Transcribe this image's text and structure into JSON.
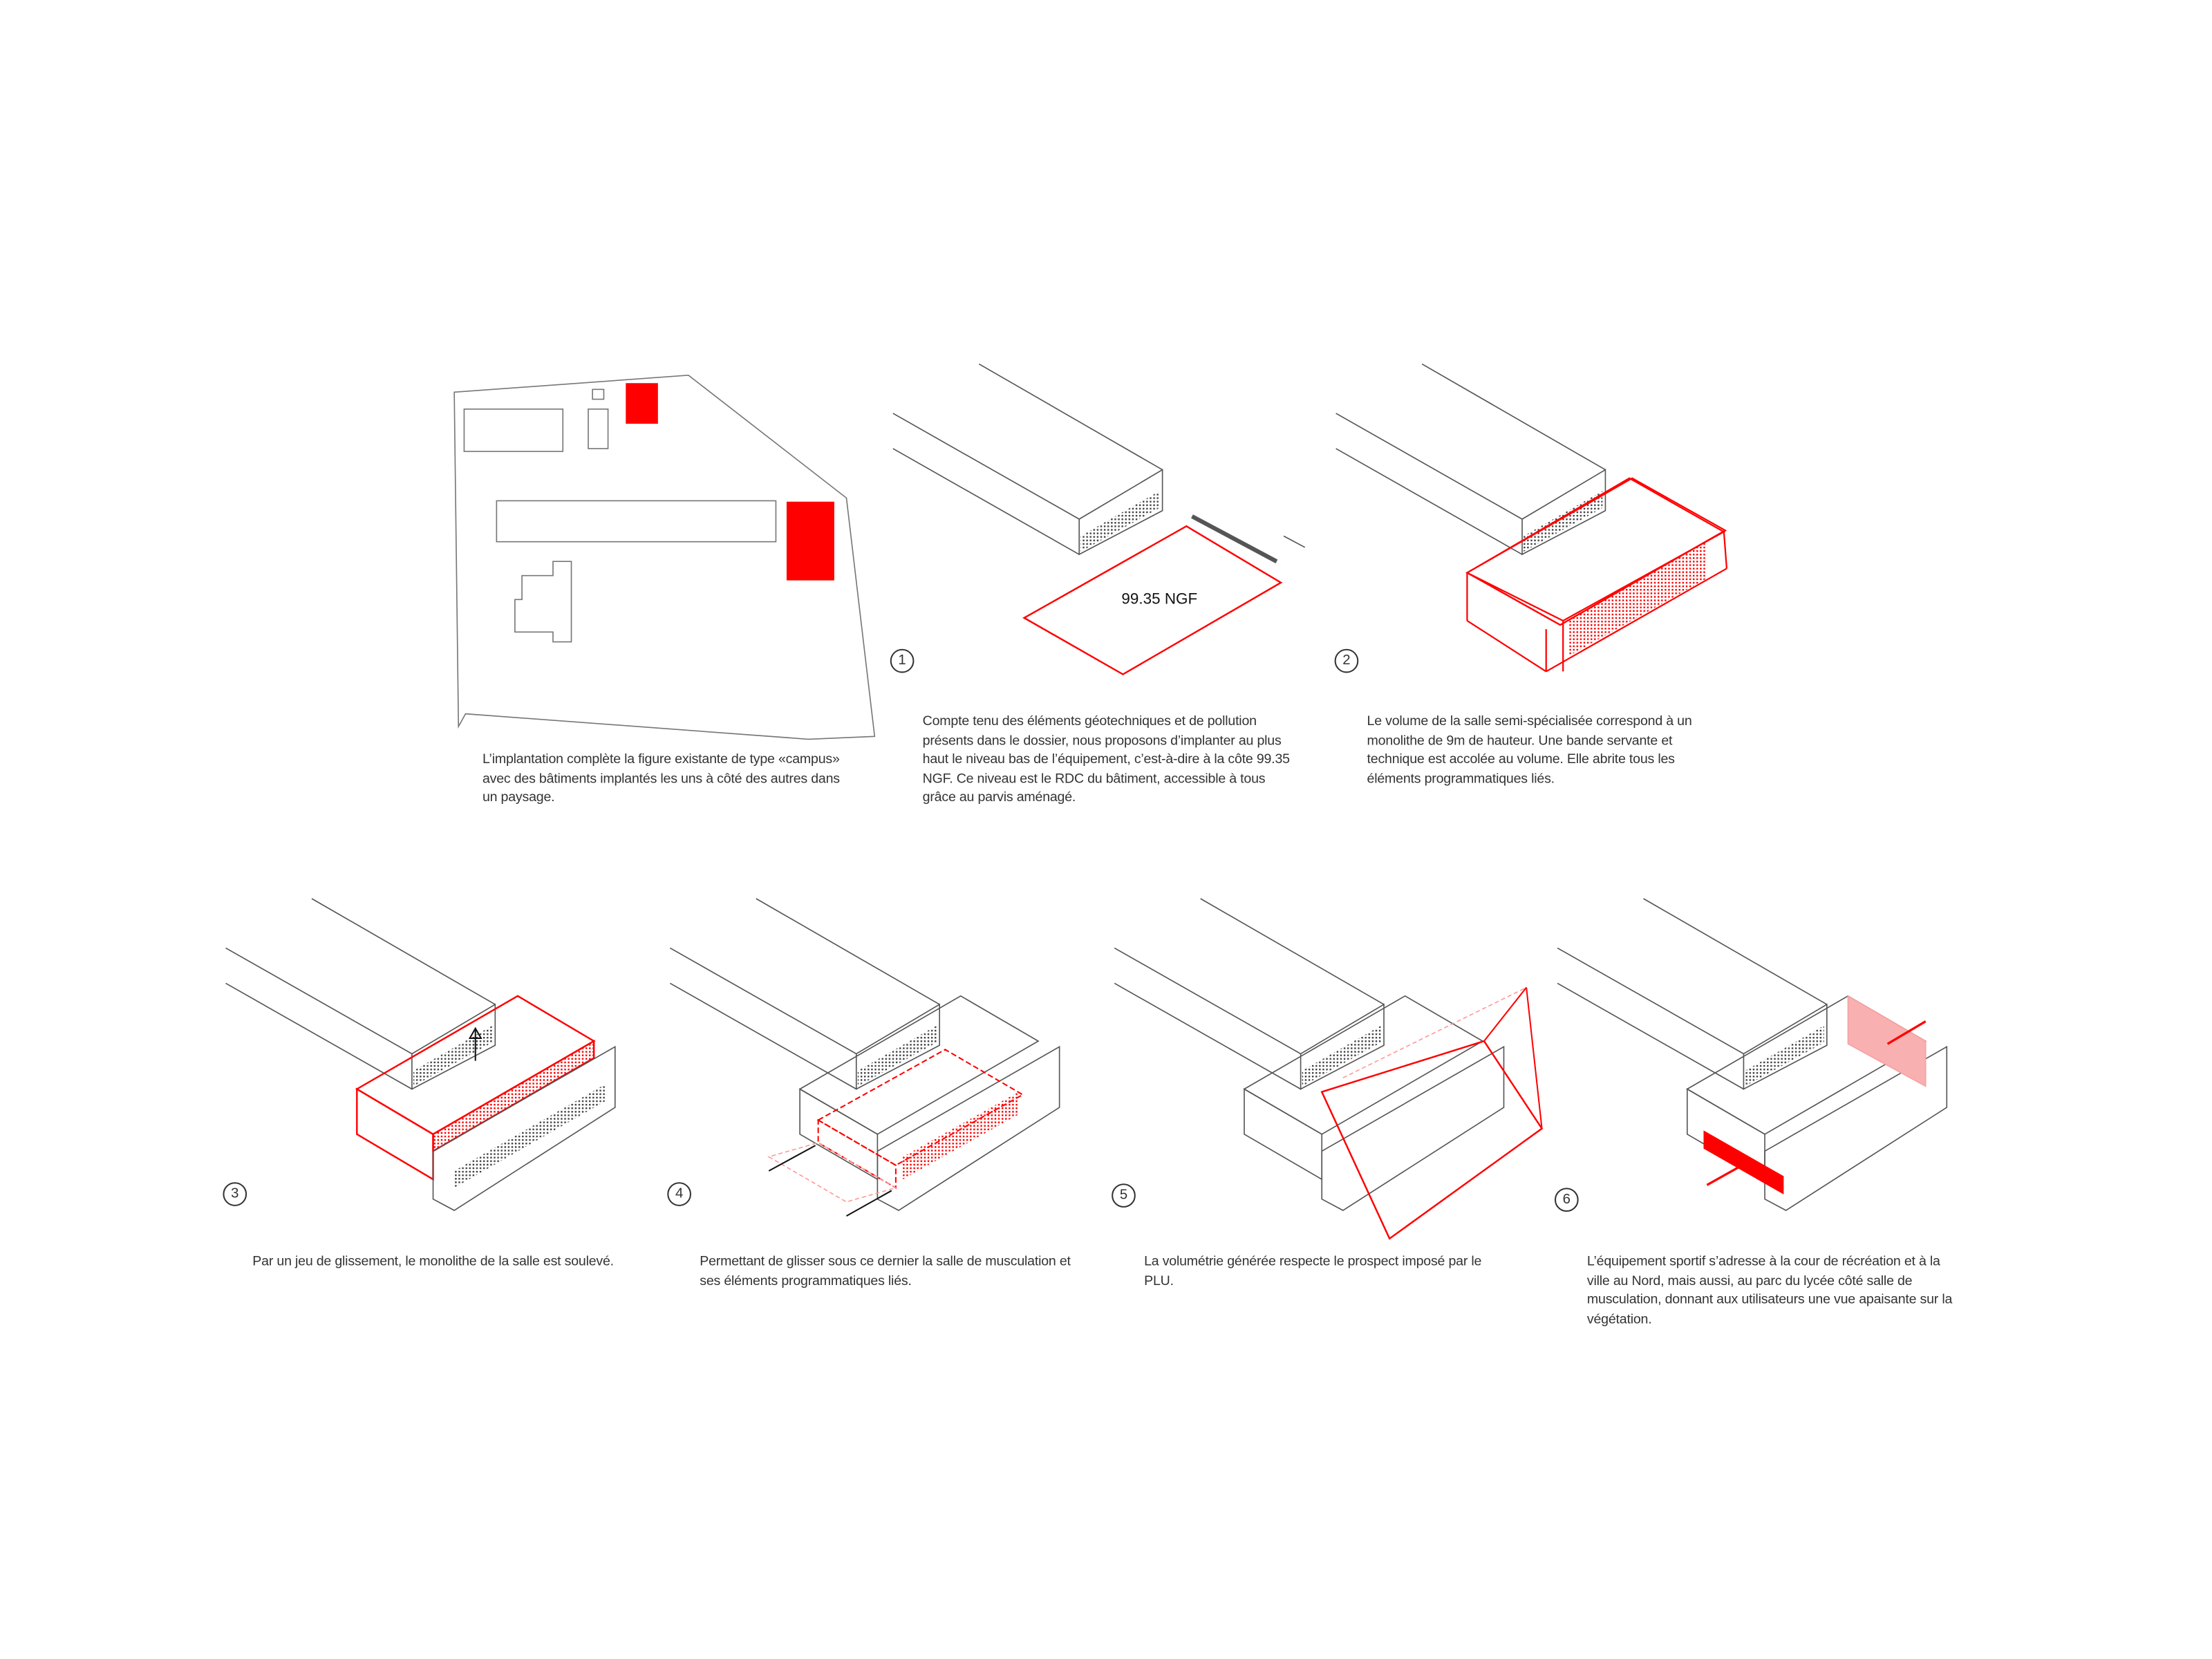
{
  "colors": {
    "accent": "#ff0000",
    "line": "#555555",
    "text": "#333333"
  },
  "panels": [
    {
      "number": "",
      "caption": "L’implantation complète la figure existante de type «campus» avec des bâtiments implantés les uns à côté des autres dans un paysage."
    },
    {
      "number": "1",
      "label": "99.35 NGF",
      "caption": "Compte tenu des éléments géotechniques et de pollution présents dans le dossier, nous proposons d’implanter au plus haut le niveau bas de l’équipement, c’est-à-dire à la côte 99.35 NGF. Ce niveau est le RDC du bâtiment, accessible à tous grâce au parvis aménagé."
    },
    {
      "number": "2",
      "caption": "Le volume de la salle semi-spécialisée correspond à un monolithe de 9m de hauteur. Une bande servante et technique est accolée au volume. Elle abrite tous les éléments programmatiques liés."
    },
    {
      "number": "3",
      "caption": "Par un jeu de glissement, le monolithe de la salle est soulevé."
    },
    {
      "number": "4",
      "caption": "Permettant de glisser sous ce dernier la salle de musculation et ses éléments programmatiques liés."
    },
    {
      "number": "5",
      "caption": "La volumétrie générée respecte le prospect imposé par le PLU."
    },
    {
      "number": "6",
      "caption": "L’équipement sportif s’adresse à la cour de récréation et à la ville au Nord, mais aussi, au parc du lycée côté salle de musculation, donnant aux utilisateurs une vue apaisante sur la végétation."
    }
  ]
}
